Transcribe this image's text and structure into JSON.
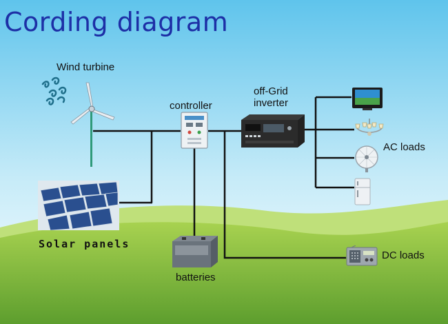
{
  "title": "Cording diagram",
  "labels": {
    "wind_turbine": "Wind  turbine",
    "controller": "controller",
    "inverter_line1": "off-Grid",
    "inverter_line2": "inverter",
    "ac_loads": "AC  loads",
    "dc_loads": "DC  loads",
    "solar_panels": "Solar panels",
    "batteries": "batteries"
  },
  "colors": {
    "title": "#1d2fa6",
    "sky_top": "#5fc4ec",
    "sky_bottom": "#ffffff",
    "grass": "#9cc84a",
    "wire": "#111111",
    "turbine_pole": "#2f9a7a"
  },
  "icons": [
    "wind-icon",
    "wind-turbine-icon",
    "solar-panel-icon",
    "controller-icon",
    "inverter-icon",
    "battery-icon",
    "tv-icon",
    "chandelier-icon",
    "fan-icon",
    "refrigerator-icon",
    "radio-icon"
  ]
}
